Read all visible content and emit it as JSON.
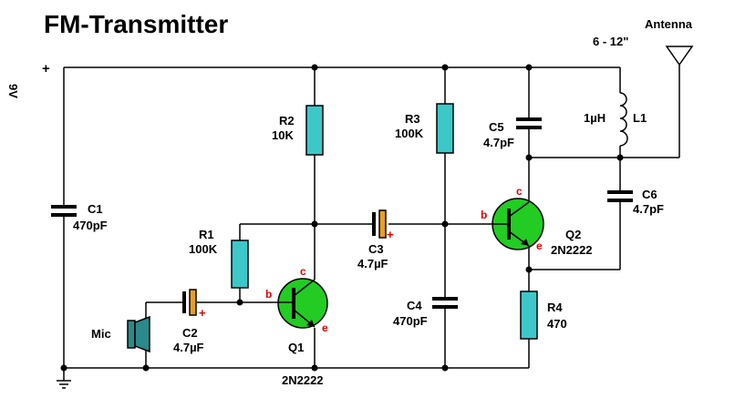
{
  "title": "FM-Transmitter",
  "supply": {
    "voltage": "9V",
    "plus": "+"
  },
  "antenna": {
    "label": "Antenna",
    "length": "6 - 12\""
  },
  "components": {
    "r1": {
      "name": "R1",
      "value": "100K"
    },
    "r2": {
      "name": "R2",
      "value": "10K"
    },
    "r3": {
      "name": "R3",
      "value": "100K"
    },
    "r4": {
      "name": "R4",
      "value": "470"
    },
    "c1": {
      "name": "C1",
      "value": "470pF"
    },
    "c2": {
      "name": "C2",
      "value": "4.7µF"
    },
    "c3": {
      "name": "C3",
      "value": "4.7µF"
    },
    "c4": {
      "name": "C4",
      "value": "470pF"
    },
    "c5": {
      "name": "C5",
      "value": "4.7pF"
    },
    "c6": {
      "name": "C6",
      "value": "4.7pF"
    },
    "l1": {
      "name": "L1",
      "value": "1µH"
    },
    "q1": {
      "name": "Q1",
      "part": "2N2222"
    },
    "q2": {
      "name": "Q2",
      "part": "2N2222"
    },
    "mic": {
      "name": "Mic"
    }
  },
  "pins": {
    "b": "b",
    "c": "c",
    "e": "e"
  },
  "polarity": "+",
  "colors": {
    "resistor": "#3cc8c8",
    "transistor": "#22cc22",
    "electrolytic": "#e8a020",
    "microphone": "#2a8a8a",
    "pin_label": "#e00000"
  }
}
